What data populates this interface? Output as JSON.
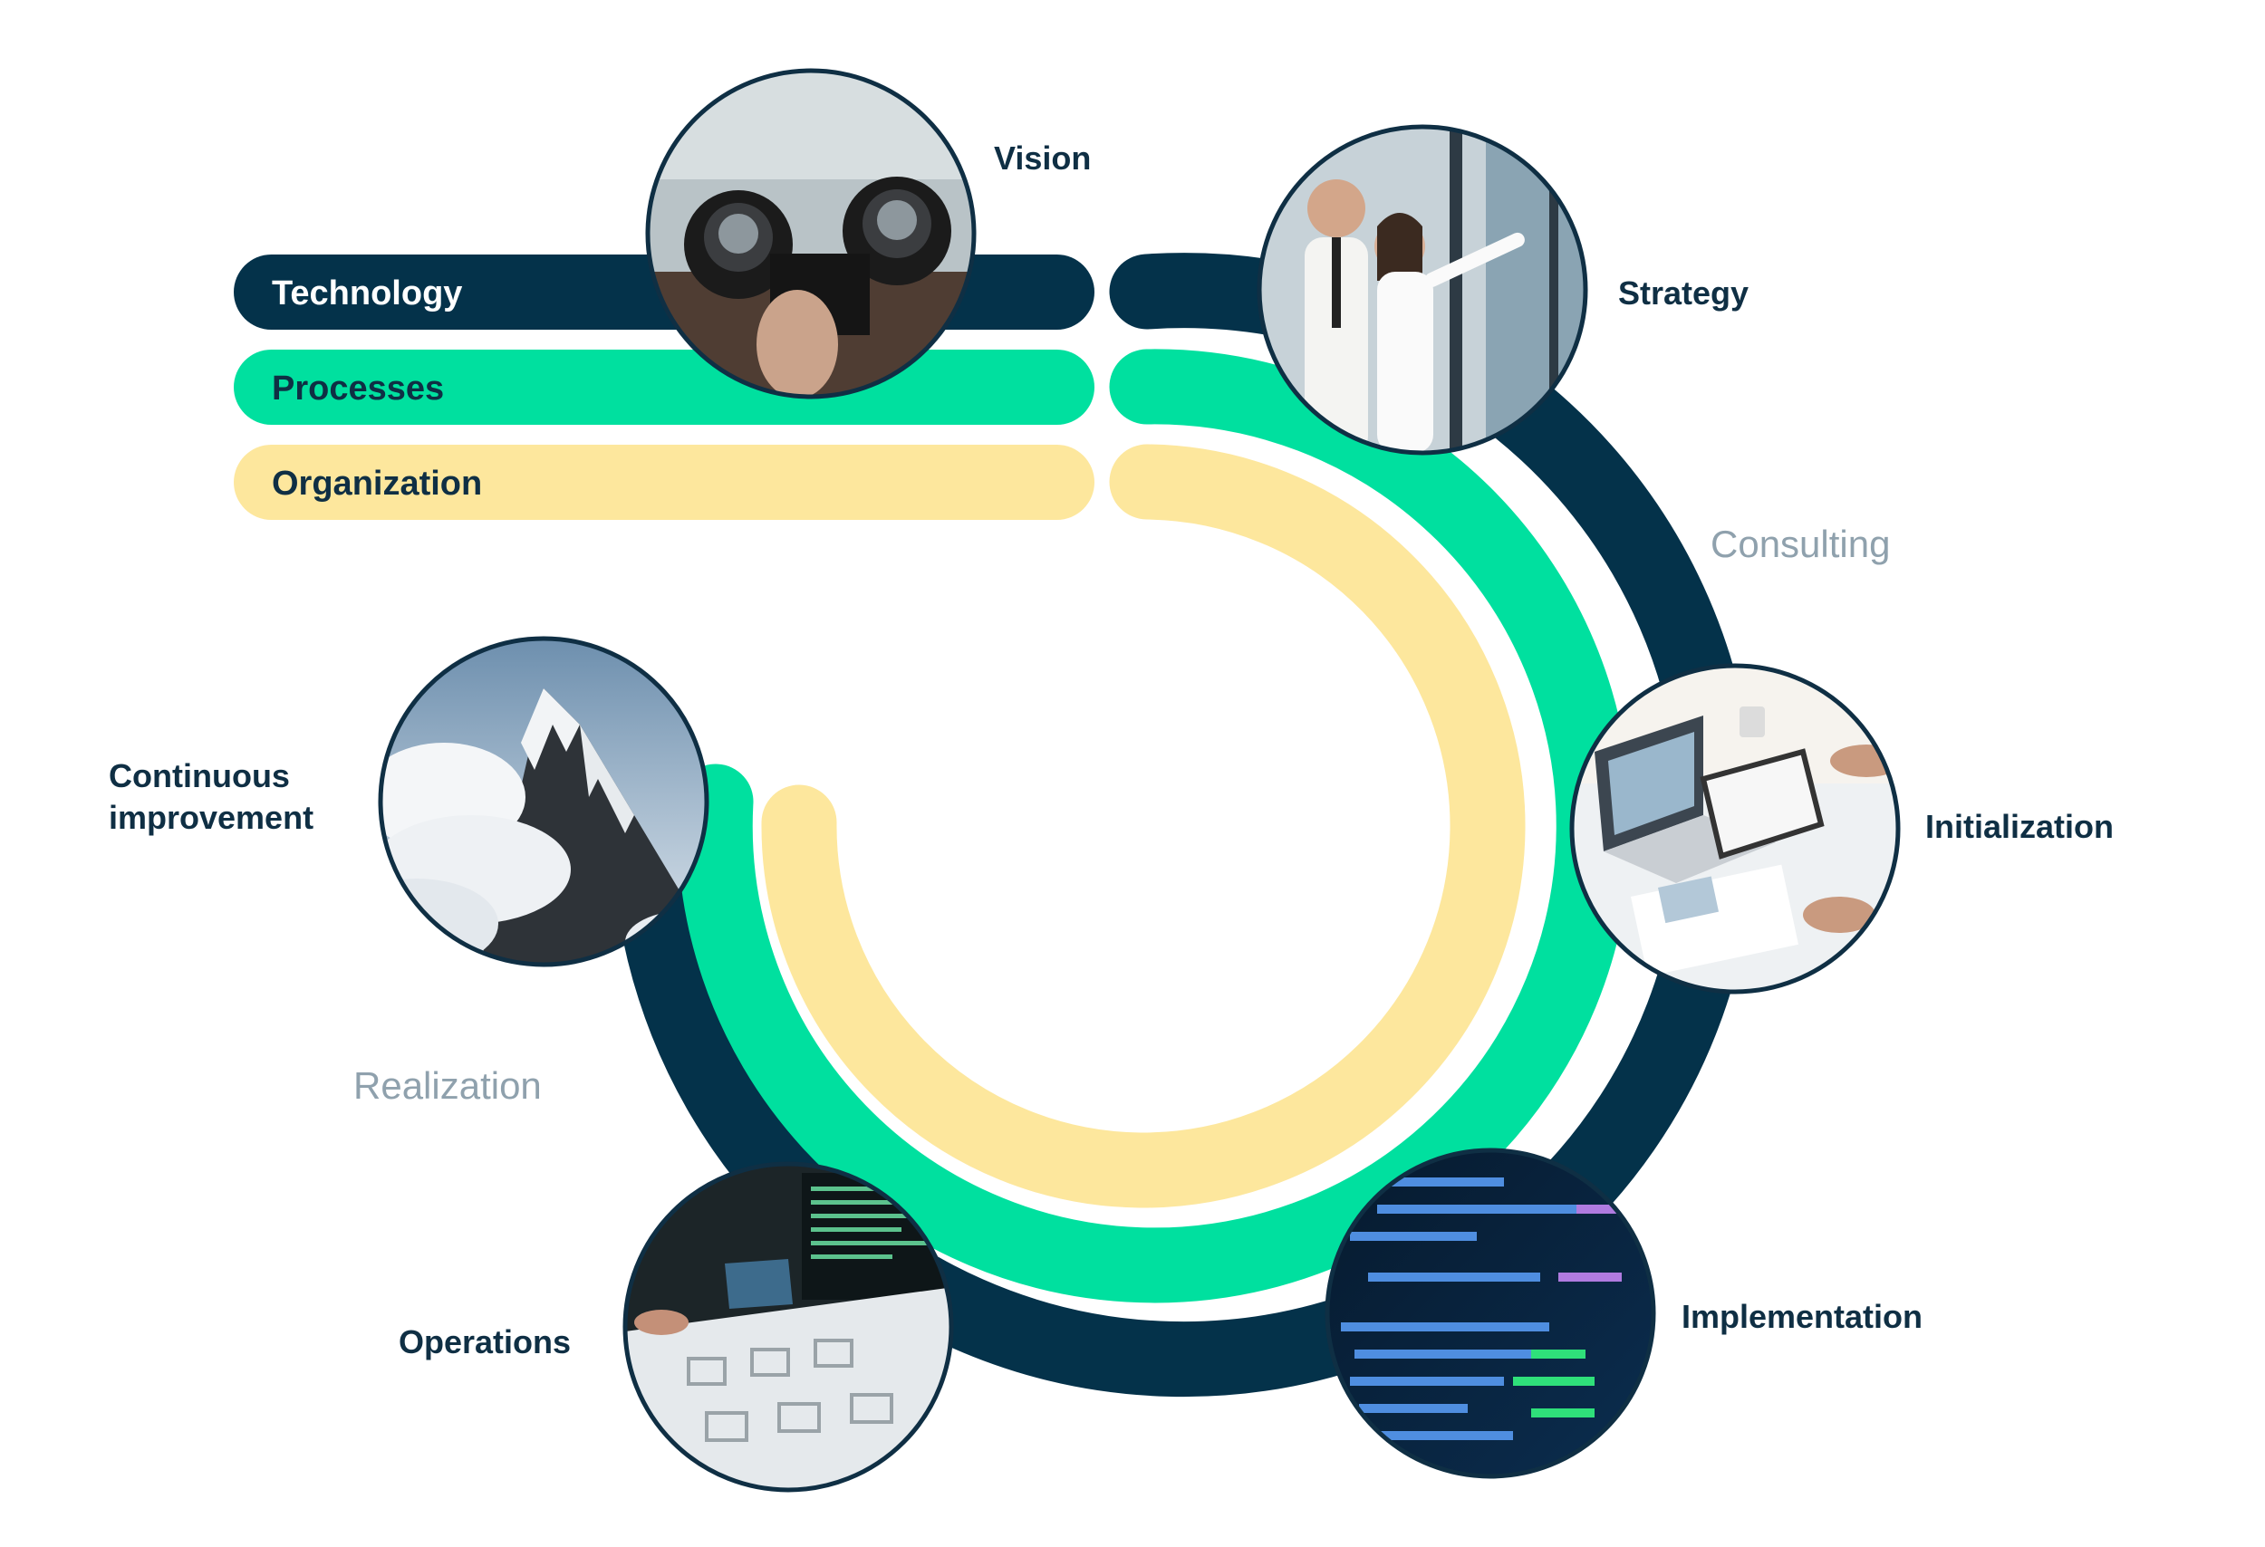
{
  "bars": {
    "technology": "Technology",
    "processes": "Processes",
    "organization": "Organization"
  },
  "phases": {
    "consulting": "Consulting",
    "realization": "Realization"
  },
  "nodes": {
    "vision": "Vision",
    "strategy": "Strategy",
    "initialization": "Initialization",
    "implementation": "Implementation",
    "operations": "Operations",
    "continuous_1": "Continuous",
    "continuous_2": "improvement"
  },
  "colors": {
    "navy": "#04324a",
    "green": "#00e09f",
    "yellow": "#fde79d",
    "label": "#0f2f44",
    "phase": "#8fa1ad"
  }
}
